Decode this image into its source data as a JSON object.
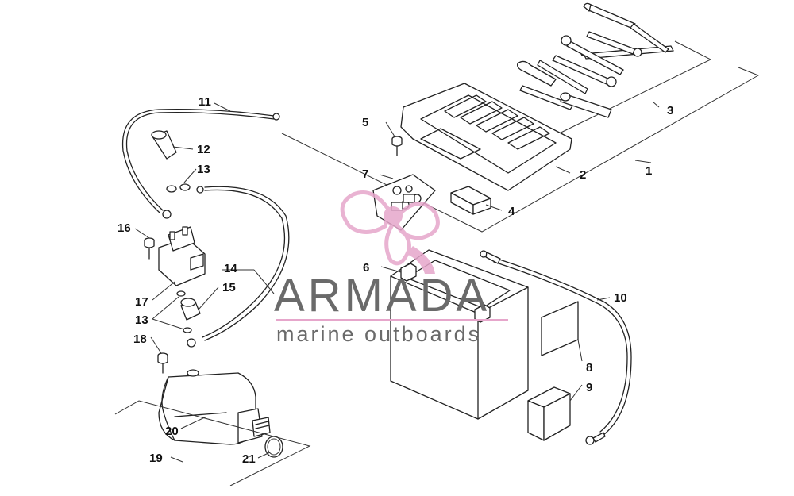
{
  "watermark": {
    "brand": "ARMADA",
    "tagline": "marine outboards",
    "logo_color": "#e6a6cb",
    "text_color": "#6a6a6a"
  },
  "callouts": [
    {
      "id": "1",
      "label": "1"
    },
    {
      "id": "2",
      "label": "2"
    },
    {
      "id": "3",
      "label": "3"
    },
    {
      "id": "4",
      "label": "4"
    },
    {
      "id": "5",
      "label": "5"
    },
    {
      "id": "6",
      "label": "6"
    },
    {
      "id": "7",
      "label": "7"
    },
    {
      "id": "8",
      "label": "8"
    },
    {
      "id": "9",
      "label": "9"
    },
    {
      "id": "10",
      "label": "10"
    },
    {
      "id": "11",
      "label": "11"
    },
    {
      "id": "12",
      "label": "12"
    },
    {
      "id": "13a",
      "label": "13"
    },
    {
      "id": "13b",
      "label": "13"
    },
    {
      "id": "14",
      "label": "14"
    },
    {
      "id": "15",
      "label": "15"
    },
    {
      "id": "16",
      "label": "16"
    },
    {
      "id": "17",
      "label": "17"
    },
    {
      "id": "18",
      "label": "18"
    },
    {
      "id": "19",
      "label": "19"
    },
    {
      "id": "20",
      "label": "20"
    },
    {
      "id": "21",
      "label": "21"
    }
  ]
}
